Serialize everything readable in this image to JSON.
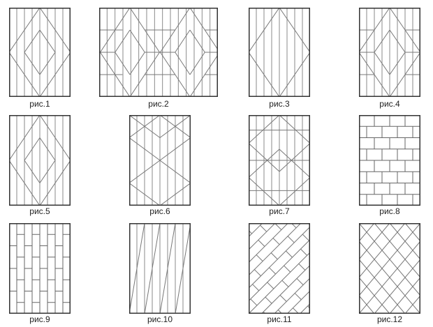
{
  "figures": [
    {
      "label": "рис.1"
    },
    {
      "label": "рис.2"
    },
    {
      "label": "рис.3"
    },
    {
      "label": "рис.4"
    },
    {
      "label": "рис.5"
    },
    {
      "label": "рис.6"
    },
    {
      "label": "рис.7"
    },
    {
      "label": "рис.8"
    },
    {
      "label": "рис.9"
    },
    {
      "label": "рис.10"
    },
    {
      "label": "рис.11"
    },
    {
      "label": "рис.12"
    }
  ],
  "colors": {
    "line": "#8a8a8a",
    "border": "#333333"
  }
}
